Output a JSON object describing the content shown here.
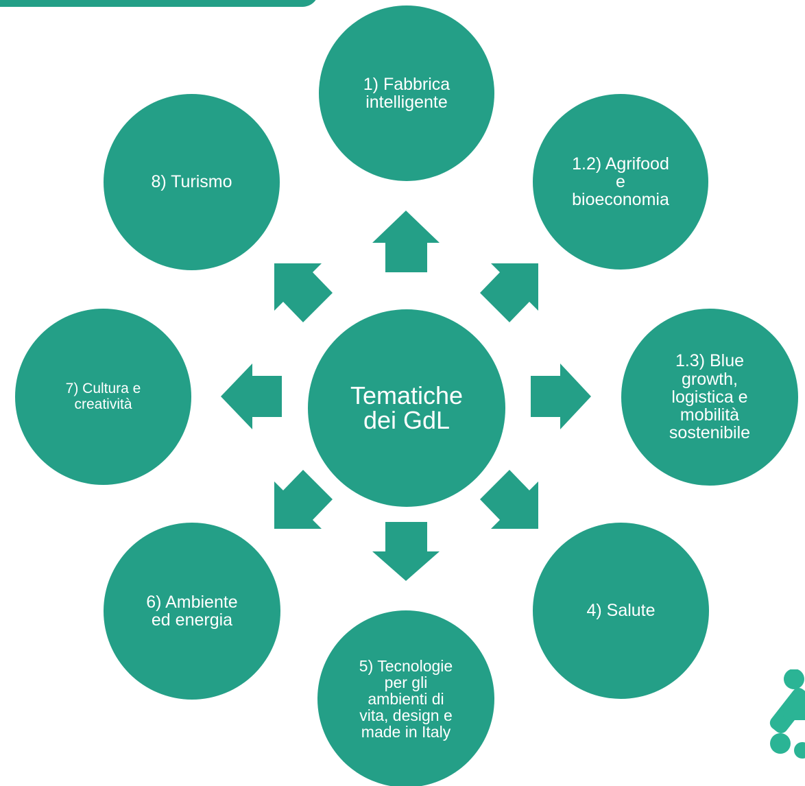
{
  "center": {
    "label": "Tematiche\ndei GdL"
  },
  "topics": [
    {
      "id": "fabbrica",
      "label": "1) Fabbrica\nintelligente"
    },
    {
      "id": "agrifood",
      "label": "1.2) Agrifood\ne\nbioeconomia"
    },
    {
      "id": "blue-growth",
      "label": "1.3) Blue\ngrowth,\nlogistica e\nmobilità\nsostenibile"
    },
    {
      "id": "salute",
      "label": "4) Salute"
    },
    {
      "id": "tecnologie",
      "label": "5) Tecnologie\nper gli\nambienti di\nvita, design e\nmade in Italy"
    },
    {
      "id": "ambiente",
      "label": "6) Ambiente\ned energia"
    },
    {
      "id": "cultura",
      "label": "7) Cultura e\ncreatività"
    },
    {
      "id": "turismo",
      "label": "8) Turismo"
    }
  ],
  "colors": {
    "primary": "#249f87",
    "logo": "#2bb495",
    "text": "#ffffff"
  },
  "icons": {
    "arrows": "arrow-icon",
    "logo": "puzzle-logo-icon"
  }
}
